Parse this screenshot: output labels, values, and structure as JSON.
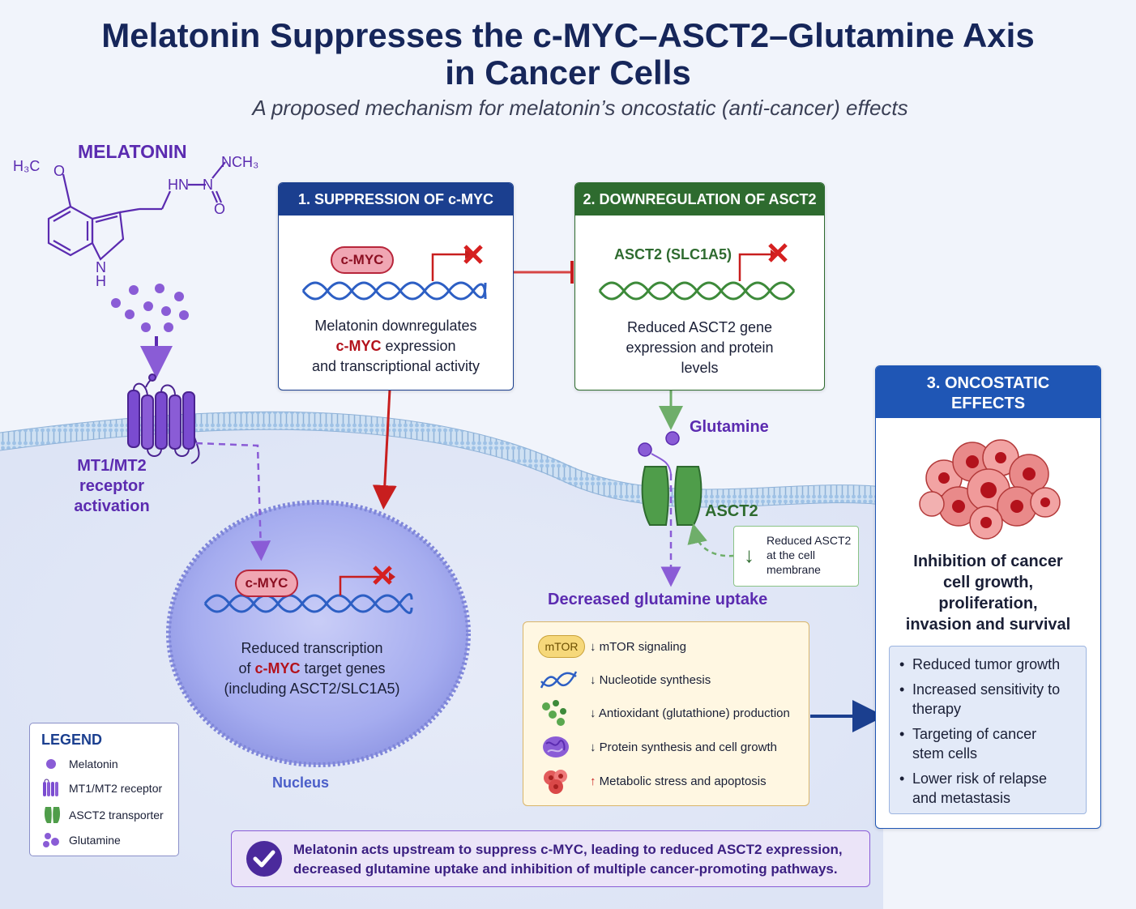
{
  "title": {
    "line1": "Melatonin Suppresses the c-MYC–ASCT2–Glutamine Axis",
    "line2": "in Cancer Cells",
    "subtitle": "A proposed mechanism for melatonin’s oncostatic (anti-cancer) effects"
  },
  "molecule": {
    "name": "MELATONIN",
    "label_h3co": "H₃C",
    "label_o1": "O",
    "label_nch3": "NCH₃",
    "label_hn": "HN",
    "label_n": "N",
    "label_o2": "O",
    "label_nh": "N",
    "label_h": "H"
  },
  "receptor": {
    "label_line1": "MT1/MT2",
    "label_line2": "receptor",
    "label_line3": "activation"
  },
  "box1": {
    "header": "1. SUPPRESSION OF c-MYC",
    "gene": "c-MYC",
    "text_line1": "Melatonin downregulates",
    "text_red": "c-MYC",
    "text_line2_rest": " expression",
    "text_line3": "and transcriptional activity"
  },
  "box2": {
    "header": "2. DOWNREGULATION OF ASCT2",
    "gene": "ASCT2 (SLC1A5)",
    "text_line1": "Reduced ASCT2 gene",
    "text_line2": "expression and protein",
    "text_line3": "levels"
  },
  "box3": {
    "header_line1": "3. ONCOSTATIC",
    "header_line2": "EFFECTS",
    "summary_line1": "Inhibition of cancer",
    "summary_line2": "cell growth,",
    "summary_line3": "proliferation,",
    "summary_line4": "invasion and survival",
    "bullets": [
      {
        "l1": "Reduced tumor growth",
        "l2": ""
      },
      {
        "l1": "Increased sensitivity to",
        "l2": "therapy"
      },
      {
        "l1": "Targeting of cancer",
        "l2": "stem cells"
      },
      {
        "l1": "Lower risk of relapse",
        "l2": "and metastasis"
      }
    ]
  },
  "nucleus": {
    "gene": "c-MYC",
    "text_line1": "Reduced transcription",
    "text_of": "of ",
    "text_red": "c-MYC",
    "text_rest": " target genes",
    "text_line3": "(including ASCT2/SLC1A5)",
    "label": "Nucleus"
  },
  "transport": {
    "glutamine_label": "Glutamine",
    "asct2_label": "ASCT2",
    "reduced_line1": "Reduced ASCT2",
    "reduced_line2": "at the cell",
    "reduced_line3": "membrane",
    "reduced_arrow": "↓",
    "decreased_uptake": "Decreased glutamine uptake"
  },
  "effects": {
    "mtor_pill": "mTOR",
    "rows": [
      {
        "arrow": "↓",
        "text": "mTOR signaling",
        "icon": "mtor-pill-icon"
      },
      {
        "arrow": "↓",
        "text": "Nucleotide synthesis",
        "icon": "dna-icon"
      },
      {
        "arrow": "↓",
        "text": "Antioxidant (glutathione) production",
        "icon": "glutathione-icon"
      },
      {
        "arrow": "↓",
        "text": "Protein synthesis and cell growth",
        "icon": "protein-icon"
      },
      {
        "arrow": "↑",
        "text": "Metabolic stress and apoptosis",
        "icon": "stressed-cell-icon"
      }
    ]
  },
  "legend": {
    "title": "LEGEND",
    "items": [
      {
        "label": "Melatonin",
        "icon": "melatonin-dot-icon"
      },
      {
        "label": "MT1/MT2 receptor",
        "icon": "receptor-icon"
      },
      {
        "label": "ASCT2 transporter",
        "icon": "transporter-icon"
      },
      {
        "label": "Glutamine",
        "icon": "glutamine-icon"
      }
    ]
  },
  "conclusion": {
    "line1": "Melatonin acts upstream to suppress c-MYC, leading to reduced ASCT2 expression,",
    "line2": "decreased glutamine uptake and inhibition of multiple cancer-promoting pathways.",
    "icon": "checkmark-icon"
  },
  "colors": {
    "navy": "#16265a",
    "blue_header": "#1b3f8f",
    "green_header": "#2e6b2f",
    "oncostatic_header": "#1f56b5",
    "purple": "#5b2bb0",
    "red": "#b3121c"
  }
}
